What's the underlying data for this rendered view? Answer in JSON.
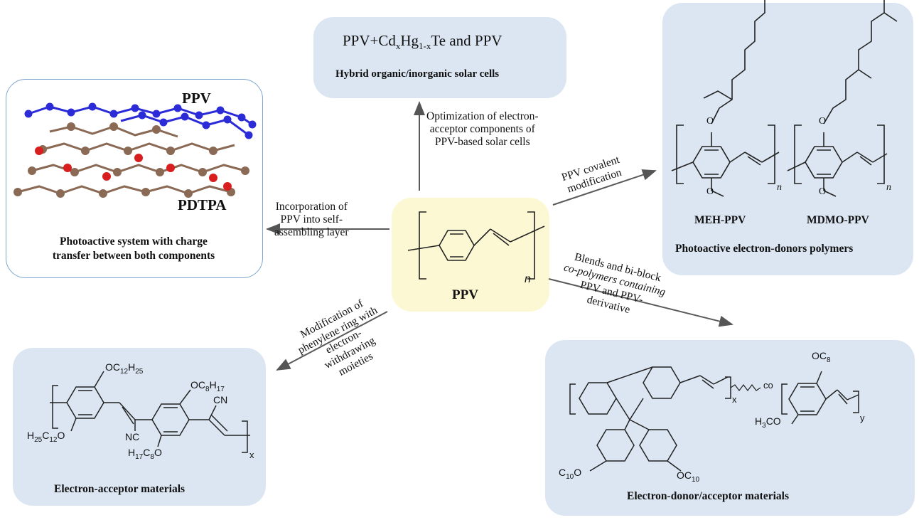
{
  "top_box": {
    "formula_prefix": "PPV+Cd",
    "formula_sub_x": "x",
    "formula_hg": "Hg",
    "formula_sub_1x": "1-x",
    "formula_suffix": "Te  and PPV",
    "subtitle": "Hybrid  organic/inorganic solar cells"
  },
  "left_box": {
    "label_ppv": "PPV",
    "label_pdtpa": "PDTPA",
    "caption_line1": "Photoactive system with charge",
    "caption_line2": "transfer between both components"
  },
  "right_box": {
    "label_meh": "MEH-PPV",
    "label_mdmo": "MDMO-PPV",
    "caption": "Photoactive electron-donors polymers"
  },
  "center_box": {
    "label": "PPV",
    "subscript_n": "n"
  },
  "bottom_left_box": {
    "caption": "Electron-acceptor materials",
    "sub_oc12": "OC",
    "sub_oc12_a": "12",
    "sub_oc12_h": "H",
    "sub_oc12_b": "25",
    "sub_h25": "H",
    "sub_h25_a": "25",
    "sub_h25_c": "C",
    "sub_h25_b": "12",
    "sub_h25_o": "O",
    "sub_oc8": "OC",
    "sub_oc8_a": "8",
    "sub_oc8_h": "H",
    "sub_oc8_b": "17",
    "sub_h17": "H",
    "sub_h17_a": "17",
    "sub_h17_c": "C",
    "sub_h17_b": "8",
    "sub_h17_o": "O",
    "cn1": "CN",
    "nc": "NC",
    "x": "x"
  },
  "bottom_right_box": {
    "caption": "Electron-donor/acceptor materials",
    "oc8": "OC",
    "oc8_sub": "8",
    "h3co": "H",
    "h3co_sub": "3",
    "h3co_tail": "CO",
    "c10o_left": "C",
    "c10o_left_sub": "10",
    "c10o_left_tail": "O",
    "oc10": "OC",
    "oc10_sub": "10",
    "co": "co",
    "x": "x",
    "y": "y"
  },
  "arrows": {
    "up_label": [
      "Optimization  of electron-",
      "acceptor components of",
      "PPV-based solar cells"
    ],
    "left_label": [
      "Incorporation of",
      "PPV into self-",
      "assembling layer"
    ],
    "upright_label": [
      "PPV covalent",
      "modification"
    ],
    "downright_label": [
      "Blends and bi-block",
      "co-polymers containing",
      "PPV and PPV-",
      "derivative"
    ],
    "downleft_label": [
      "Modification of",
      "phenylene ring with",
      "electron-",
      "withdrawing",
      "moieties"
    ]
  },
  "colors": {
    "box_blue": "#dbe6f2",
    "box_yellow": "#fdf8d4",
    "border_blue": "#7fa7cf",
    "arrow": "#5a5a5a",
    "ppv_atoms": "#2b2bd8",
    "carbon_atoms": "#8b6a55",
    "oxygen_atoms": "#d81e1e"
  }
}
